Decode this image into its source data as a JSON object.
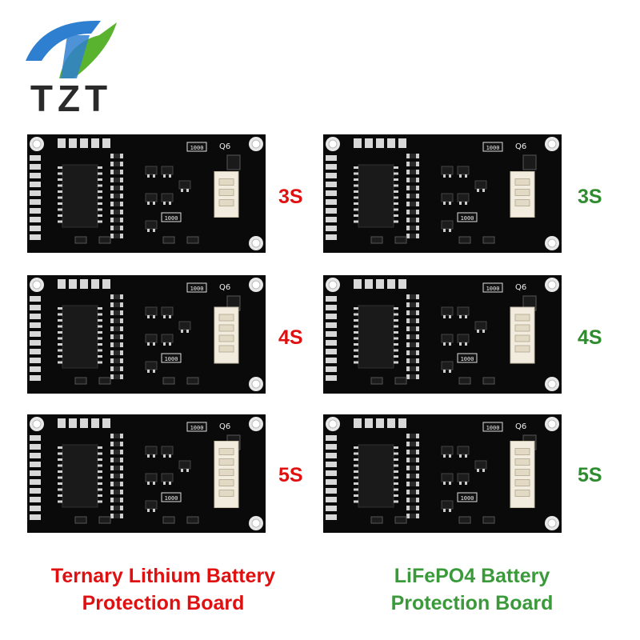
{
  "brand": {
    "logo_text": "TZT",
    "colors": {
      "blue": "#2f7fd0",
      "green": "#5ab32e",
      "dark": "#2a2a2a"
    }
  },
  "board_silkscreen": {
    "q_label": "Q6",
    "resistor_code": "1000"
  },
  "left_column": {
    "color": "#e01010",
    "labels": [
      "3S",
      "4S",
      "5S"
    ],
    "caption_line1": "Ternary Lithium Battery",
    "caption_line2": "Protection Board"
  },
  "right_column": {
    "color": "#2e8b2e",
    "caption_color": "#3a9a3a",
    "labels": [
      "3S",
      "4S",
      "5S"
    ],
    "caption_line1": "LiFePO4 Battery",
    "caption_line2": "Protection Board"
  }
}
